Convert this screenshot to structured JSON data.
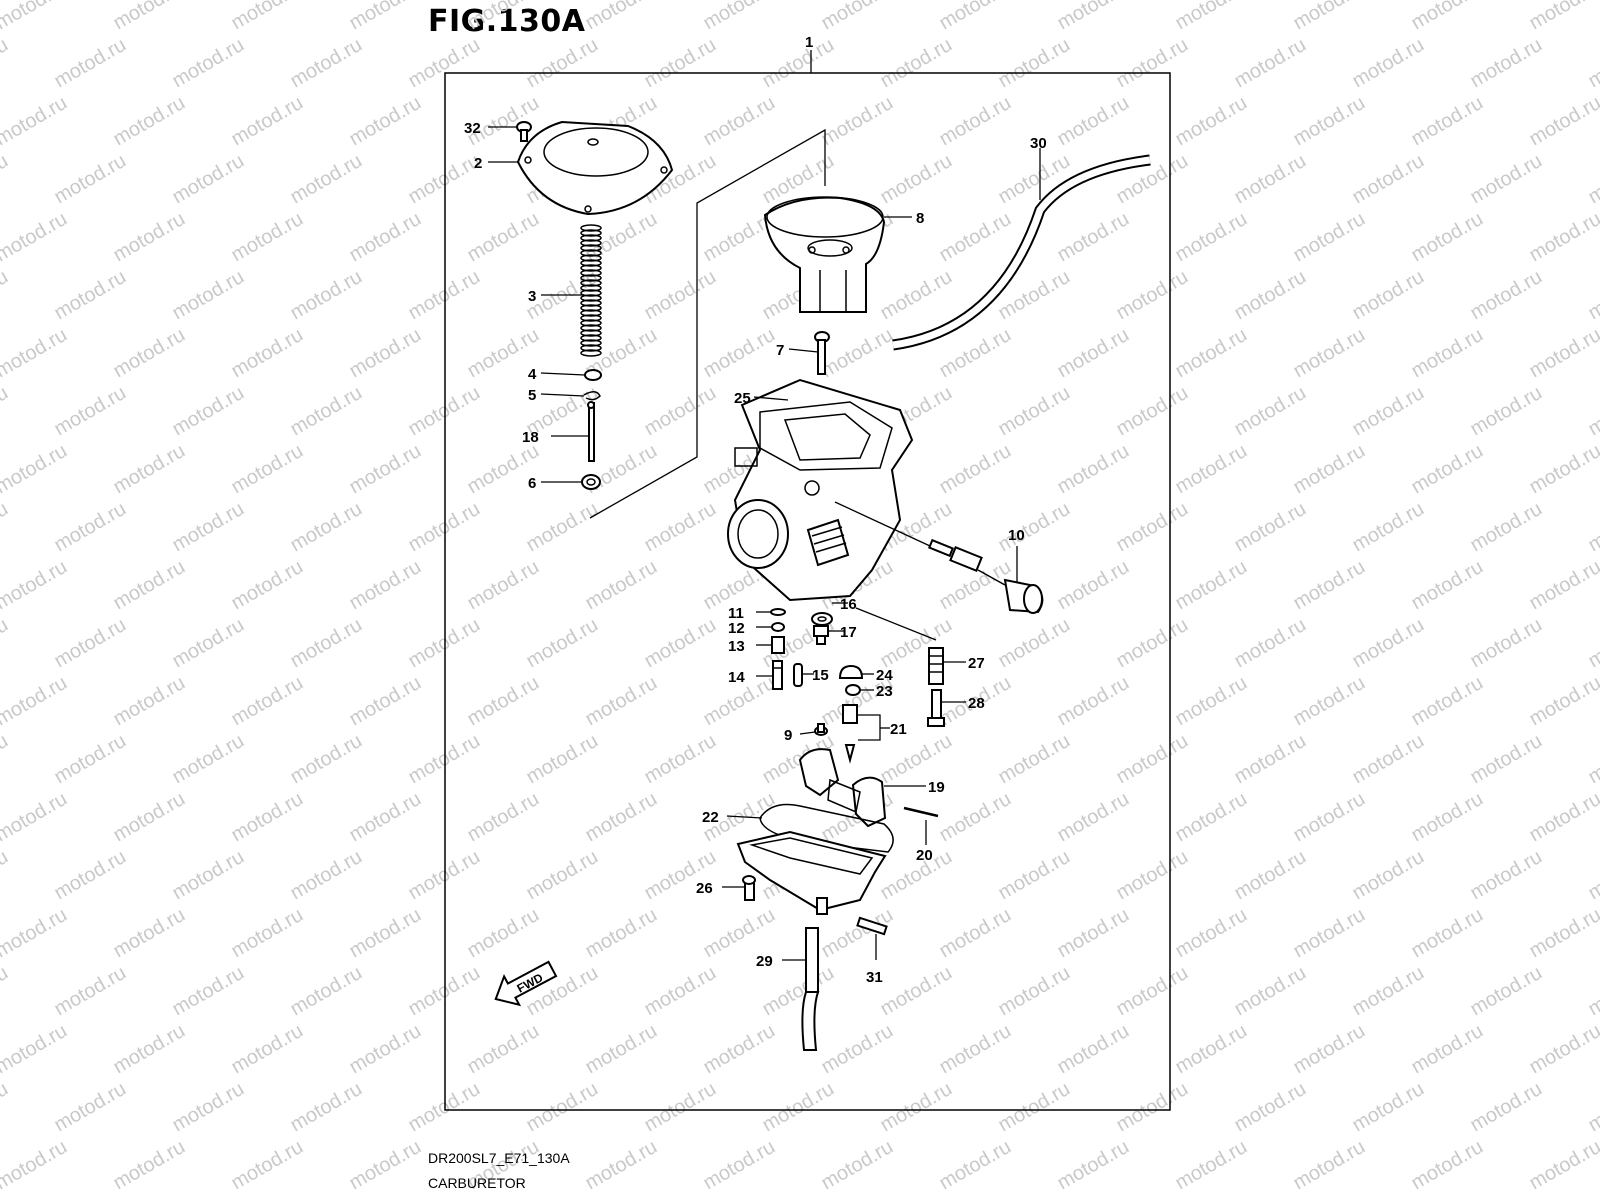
{
  "figure": {
    "title": "FIG.130A",
    "code": "DR200SL7_E71_130A",
    "name": "CARBURETOR",
    "watermark": "motod.ru",
    "fwd_label": "FWD"
  },
  "callouts": [
    {
      "id": "c1",
      "label": "1"
    },
    {
      "id": "c2",
      "label": "2"
    },
    {
      "id": "c3",
      "label": "3"
    },
    {
      "id": "c4",
      "label": "4"
    },
    {
      "id": "c5",
      "label": "5"
    },
    {
      "id": "c6",
      "label": "6"
    },
    {
      "id": "c7",
      "label": "7"
    },
    {
      "id": "c8",
      "label": "8"
    },
    {
      "id": "c9",
      "label": "9"
    },
    {
      "id": "c10",
      "label": "10"
    },
    {
      "id": "c11",
      "label": "11"
    },
    {
      "id": "c12",
      "label": "12"
    },
    {
      "id": "c13",
      "label": "13"
    },
    {
      "id": "c14",
      "label": "14"
    },
    {
      "id": "c15",
      "label": "15"
    },
    {
      "id": "c16",
      "label": "16"
    },
    {
      "id": "c17",
      "label": "17"
    },
    {
      "id": "c18",
      "label": "18"
    },
    {
      "id": "c19",
      "label": "19"
    },
    {
      "id": "c20",
      "label": "20"
    },
    {
      "id": "c21",
      "label": "21"
    },
    {
      "id": "c22",
      "label": "22"
    },
    {
      "id": "c23",
      "label": "23"
    },
    {
      "id": "c24",
      "label": "24"
    },
    {
      "id": "c25",
      "label": "25"
    },
    {
      "id": "c26",
      "label": "26"
    },
    {
      "id": "c27",
      "label": "27"
    },
    {
      "id": "c28",
      "label": "28"
    },
    {
      "id": "c29",
      "label": "29"
    },
    {
      "id": "c30",
      "label": "30"
    },
    {
      "id": "c31",
      "label": "31"
    },
    {
      "id": "c32",
      "label": "32"
    }
  ]
}
